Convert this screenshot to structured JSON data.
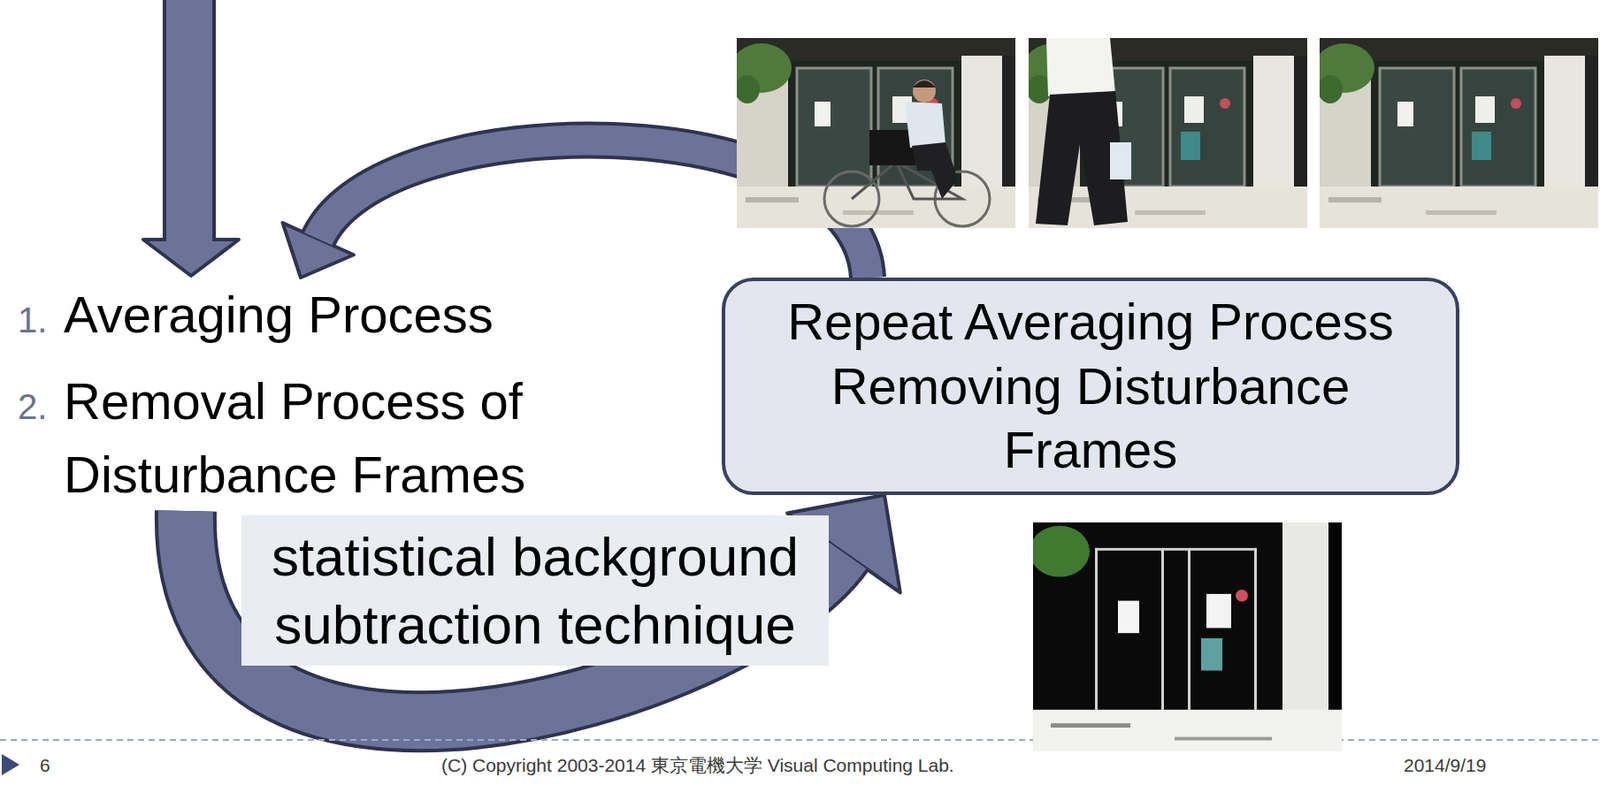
{
  "diagram": {
    "nodes": [
      {
        "text": [
          "1.",
          "Averaging Process"
        ]
      },
      {
        "text": [
          "2.",
          "Removal Process of Disturbance Frames"
        ]
      },
      {
        "text": [
          "Repeat Averaging Process Removing Disturbance Frames"
        ]
      }
    ],
    "edges": [
      {
        "from": 1,
        "to": 2,
        "arrow": "to",
        "label": "statistical background subtraction technique"
      },
      {
        "from": 2,
        "to": 0,
        "arrow": "to"
      }
    ],
    "labels": [
      "6",
      "(C) Copyright 2003-2014 東京電機大学 Visual Computing Lab.",
      "2014/9/19"
    ]
  }
}
